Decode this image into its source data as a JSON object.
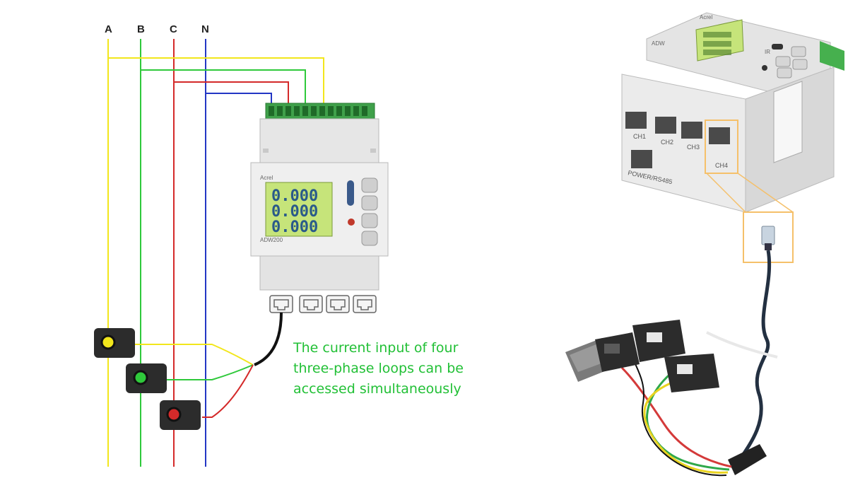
{
  "phases": [
    "A",
    "B",
    "C",
    "N"
  ],
  "colors": {
    "phase_a": "#f2e61c",
    "phase_b": "#2fc93b",
    "phase_c": "#d42a2a",
    "phase_n": "#2336c4",
    "caption": "#22c036",
    "highlight": "#f5c06a"
  },
  "meter_left": {
    "brand": "Acrel",
    "model": "ADW200",
    "display_rows": [
      "0.000",
      "0.000",
      "0.000"
    ]
  },
  "caption_lines": [
    "The current input of four",
    "three-phase loops can be",
    "accessed simultaneously"
  ],
  "meter_right": {
    "brand": "Acrel",
    "model": "ADW",
    "ir_label": "IR",
    "ports": [
      "CH1",
      "CH2",
      "CH3",
      "CH4"
    ],
    "power_label": "POWER/RS485"
  }
}
